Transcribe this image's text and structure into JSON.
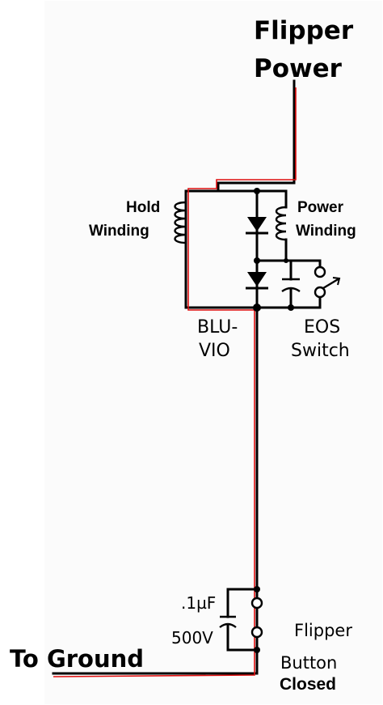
{
  "labels": {
    "flipper_power_line1": "Flipper",
    "flipper_power_line2": "Power",
    "hold_winding_line1": "Hold",
    "hold_winding_line2": "Winding",
    "power_winding_line1": "Power",
    "power_winding_line2": "Winding",
    "wire_color_line1": "BLU-",
    "wire_color_line2": "VIO",
    "eos_switch_line1": "EOS",
    "eos_switch_line2": "Switch",
    "capacitor_value": ".1µF",
    "capacitor_voltage": "500V",
    "flipper_button_line1": "Flipper",
    "flipper_button_line2": "Button",
    "flipper_button_line3": "Closed",
    "ground": "To Ground"
  },
  "colors": {
    "wire": "#000000",
    "current_path": "#e01010",
    "background": "#ffffff"
  }
}
